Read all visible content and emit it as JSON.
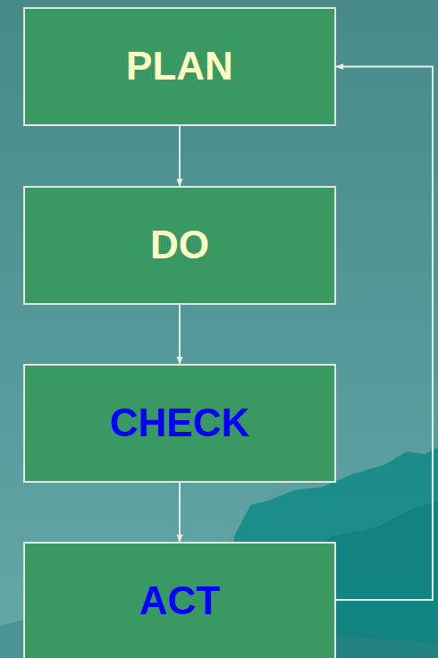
{
  "diagram": {
    "nodes": [
      {
        "text": [
          "PLAN"
        ]
      },
      {
        "text": [
          "DO"
        ]
      },
      {
        "text": [
          "CHECK"
        ]
      },
      {
        "text": [
          "ACT"
        ]
      }
    ],
    "edges": [
      {
        "from": 0,
        "to": 1,
        "arrow": "to"
      },
      {
        "from": 1,
        "to": 2,
        "arrow": "to"
      },
      {
        "from": 2,
        "to": 3,
        "arrow": "to"
      },
      {
        "from": 3,
        "to": 0,
        "arrow": "to"
      }
    ]
  }
}
